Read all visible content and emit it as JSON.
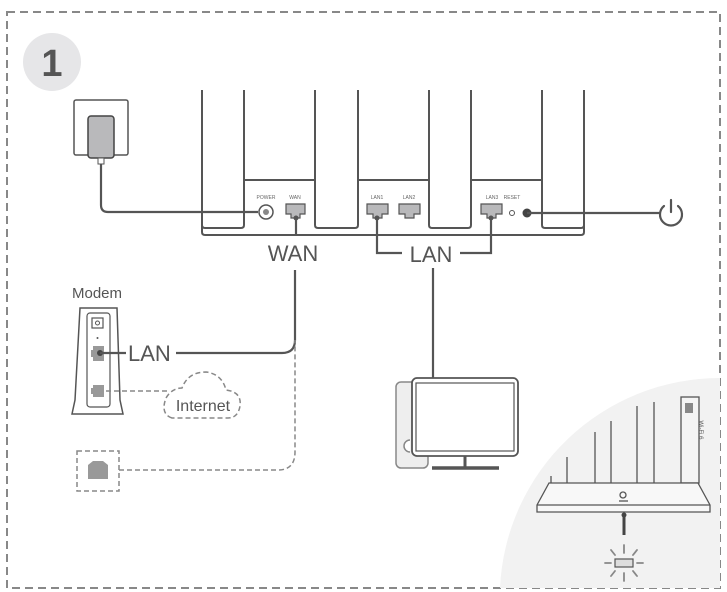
{
  "step": {
    "number": "1"
  },
  "router_back": {
    "ports": [
      {
        "id": "power",
        "label": "POWER"
      },
      {
        "id": "wan",
        "label": "WAN"
      },
      {
        "id": "lan1",
        "label": "LAN1"
      },
      {
        "id": "lan2",
        "label": "LAN2"
      },
      {
        "id": "lan3",
        "label": "LAN3"
      },
      {
        "id": "reset",
        "label": "RESET"
      }
    ]
  },
  "labels": {
    "wan": "WAN",
    "lan_router": "LAN",
    "modem_title": "Modem",
    "lan_modem": "LAN",
    "internet": "Internet"
  },
  "router_front": {
    "side_badge": "Wi-Fi 6",
    "indicator": "blinking"
  },
  "colors": {
    "line": "#555555",
    "dash": "#888888",
    "badge_bg": "#e6e6e8",
    "inset_bg": "#f2f2f2",
    "plug_fill": "#b9b9bb"
  }
}
